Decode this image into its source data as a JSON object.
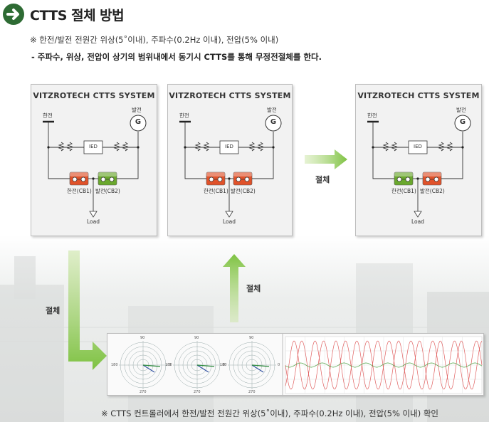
{
  "header": {
    "title": "CTTS 절체 방법",
    "note1": "※ 한전/발전 전원간 위상(5˚이내), 주파수(0.2Hz 이내), 전압(5% 이내)",
    "note2": "- 주파수, 위상, 전압이 상기의 범위내에서 동기시 CTTS를 통해 무정전절체를 한다."
  },
  "panels": [
    {
      "title": "VITZROTECH CTTS SYSTEM",
      "source_left": "한전",
      "source_right": "발전",
      "generator": "G",
      "ied": "IED",
      "cb1": "한전(CB1)",
      "cb2": "발전(CB2)",
      "load": "Load",
      "cb1_state": "closed",
      "cb2_state": "open"
    },
    {
      "title": "VITZROTECH CTTS SYSTEM",
      "source_left": "한전",
      "source_right": "발전",
      "generator": "G",
      "ied": "IED",
      "cb1": "한전(CB1)",
      "cb2": "발전(CB2)",
      "load": "Load",
      "cb1_state": "closed",
      "cb2_state": "closed"
    },
    {
      "title": "VITZROTECH CTTS SYSTEM",
      "source_left": "한전",
      "source_right": "발전",
      "generator": "G",
      "ied": "IED",
      "cb1": "한전(CB1)",
      "cb2": "발전(CB2)",
      "load": "Load",
      "cb1_state": "open",
      "cb2_state": "closed"
    }
  ],
  "arrows": {
    "down_label": "절체",
    "up_label": "절체",
    "right_label": "절체"
  },
  "scope": {
    "polar_labels": {
      "top": "90",
      "bottom": "270",
      "left": "180",
      "right": "0"
    }
  },
  "footer": {
    "note": "※ CTTS 컨트롤러에서 한전/발전 전원간 위상(5˚이내), 주파수(0.2Hz 이내), 전압(5% 이내) 확인"
  },
  "colors": {
    "accent_green": "#7ec242",
    "title_icon": "#2e6b34",
    "cb_red": "#e0522a",
    "cb_green": "#6aa82d",
    "wave_red": "#e06060",
    "wave_green": "#4aa040"
  }
}
